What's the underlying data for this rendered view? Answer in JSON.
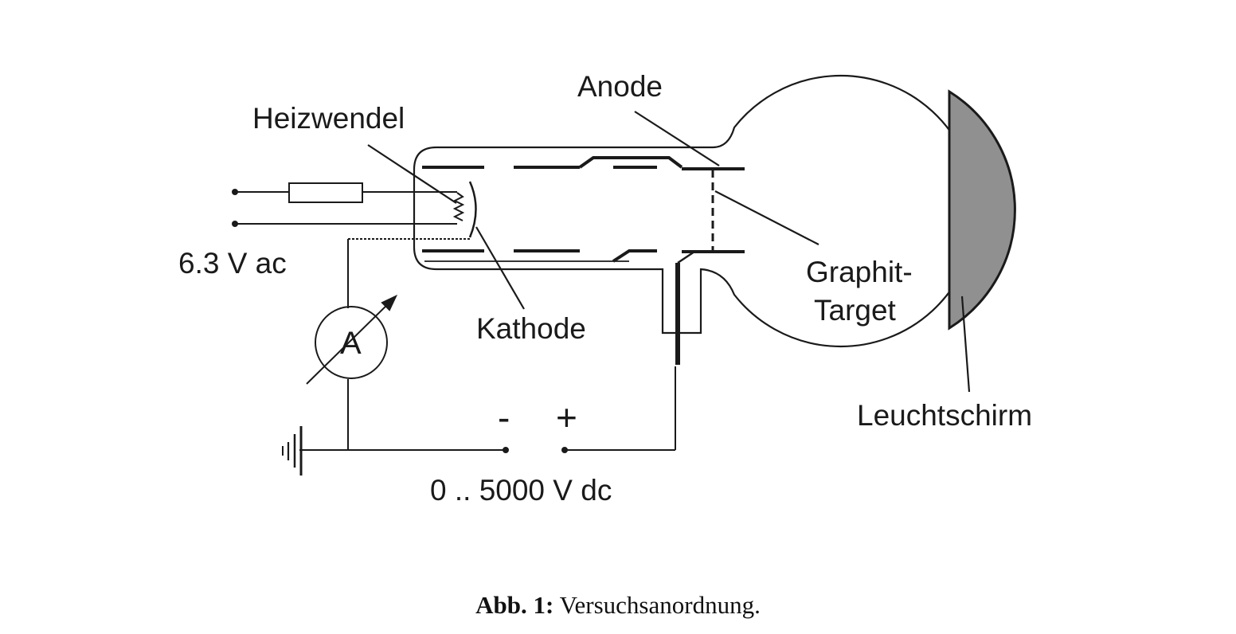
{
  "labels": {
    "anode": "Anode",
    "heizwendel": "Heizwendel",
    "voltage_ac": "6.3 V ac",
    "kathode": "Kathode",
    "graphit_line1": "Graphit-",
    "graphit_line2": "Target",
    "leuchtschirm": "Leuchtschirm",
    "minus": "-",
    "plus": "+",
    "voltage_dc": "0 .. 5000 V dc",
    "ammeter": "A"
  },
  "caption": {
    "prefix": "Abb. 1:",
    "text": "Versuchsanordnung."
  },
  "colors": {
    "line": "#1a1a1a",
    "screen_fill": "#909090",
    "electrode_tint": "#8a2a1a"
  }
}
